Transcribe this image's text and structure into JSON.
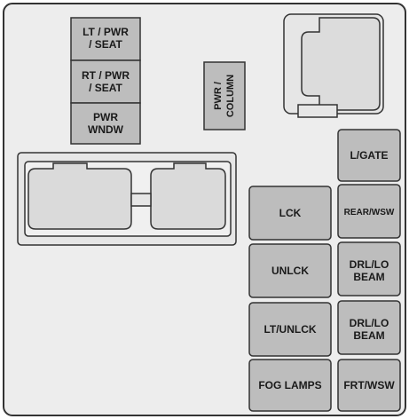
{
  "fuses": {
    "lt_pwr_seat": [
      "LT / PWR",
      "/ SEAT"
    ],
    "rt_pwr_seat": [
      "RT / PWR",
      "/ SEAT"
    ],
    "pwr_wndw": [
      "PWR",
      "WNDW"
    ],
    "pwr_column": [
      "PWR /",
      "COLUMN"
    ],
    "l_gate": "L/GATE",
    "rear_wsw": "REAR/WSW",
    "lck": "LCK",
    "drl_lo_beam_upper": [
      "DRL/LO",
      "BEAM"
    ],
    "unlck": "UNLCK",
    "lt_unlck": "LT/UNLCK",
    "drl_lo_beam_lower": [
      "DRL/LO",
      "BEAM"
    ],
    "fog_lamps": "FOG LAMPS",
    "frt_wsw": "FRT/WSW"
  },
  "colors": {
    "housing": "#ededed",
    "fuse_fill": "#bdbdbd",
    "relay_fill": "#e6e6e6",
    "outline": "#333333"
  }
}
